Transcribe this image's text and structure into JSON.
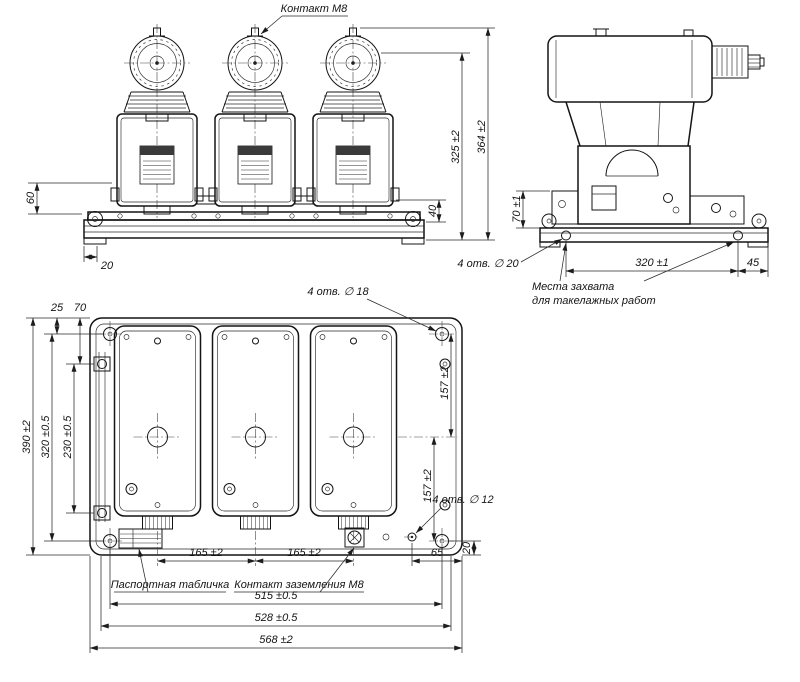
{
  "labels": {
    "contact_m8": "Контакт М8",
    "holes_d20": "4 отв. ∅ 20",
    "lifting_line1": "Места захвата",
    "lifting_line2": "для такелажных работ",
    "holes_d18": "4 отв. ∅ 18",
    "holes_d12": "4 отв. ∅ 12",
    "nameplate": "Паспортная табличка",
    "ground_m8": "Контакт заземления М8"
  },
  "dims": {
    "front": {
      "h60": "60",
      "w20": "20",
      "h40": "40",
      "h325": "325 ±2",
      "h364": "364 ±2"
    },
    "side": {
      "h70": "70 ±1",
      "w320": "320 ±1",
      "w45": "45"
    },
    "plan": {
      "v25": "25",
      "v70": "70",
      "v390": "390 ±2",
      "v320": "320 ±0.5",
      "v230": "230 ±0.5",
      "v157a": "157 ±2",
      "v157b": "157 ±2",
      "w165a": "165 ±2",
      "w165b": "165 ±2",
      "w65": "65",
      "v20": "20",
      "w515": "515 ±0.5",
      "w528": "528 ±0.5",
      "w568": "568 ±2"
    }
  }
}
